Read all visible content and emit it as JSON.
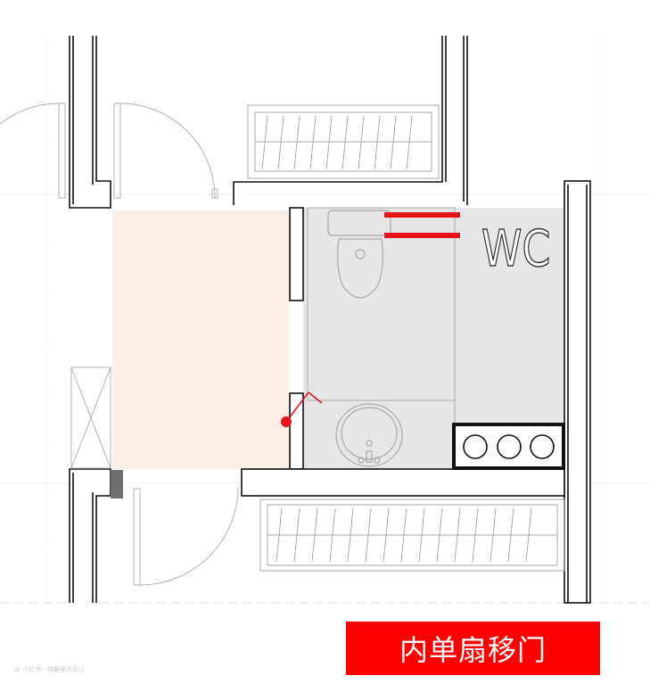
{
  "plan": {
    "room_label": "WC",
    "caption": "内单扇移门",
    "watermark": "@ 小红书 · 阿猫室内设计",
    "colors": {
      "corridor_fill": "#fbeee5",
      "wc_fill": "#e6e6e6",
      "accent_red": "#e8141b",
      "wall_stroke": "#111111",
      "fixture_stroke": "#a8a8a8",
      "caption_bg": "#ff0000",
      "caption_text": "#ffffff"
    },
    "items": [
      "toilet",
      "washbasin",
      "sliding-door",
      "towel-rack",
      "three-burner-hob",
      "wardrobe-top",
      "wardrobe-bottom",
      "swing-door-left",
      "swing-door-top",
      "swing-door-bottom"
    ]
  }
}
